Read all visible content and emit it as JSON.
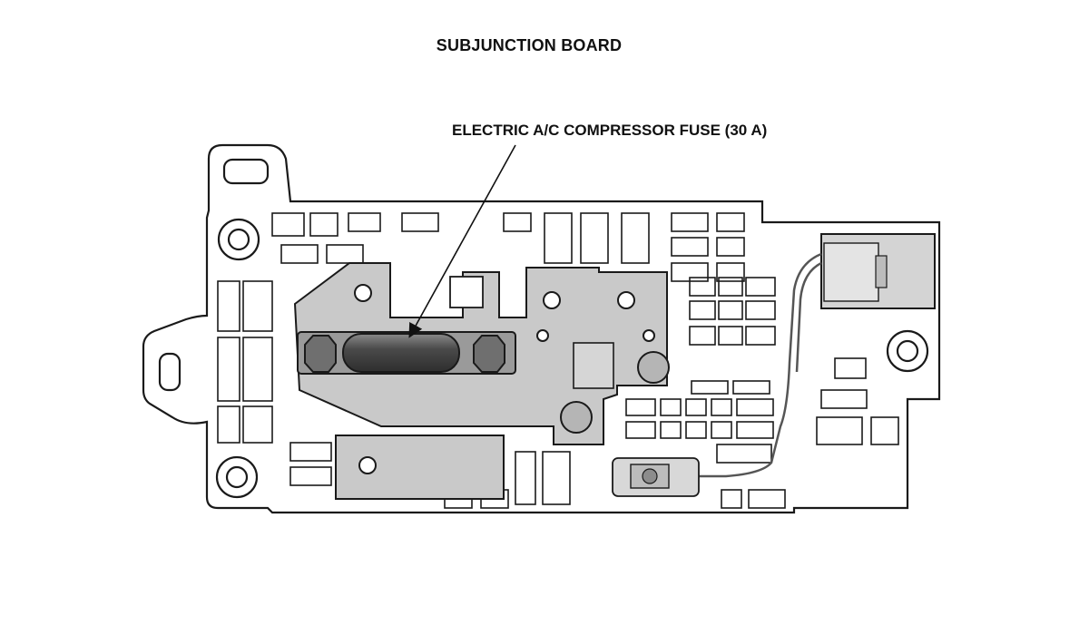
{
  "title": "SUBJUNCTION BOARD",
  "callout": {
    "label": "ELECTRIC A/C COMPRESSOR FUSE (30 A)",
    "target": "fuse"
  },
  "colors": {
    "outline": "#1a1a1a",
    "bracket_fill": "#c9c9c9",
    "fuse_fill": "#5a5a5a",
    "connector_fill": "#d4d4d4",
    "background": "#ffffff"
  }
}
